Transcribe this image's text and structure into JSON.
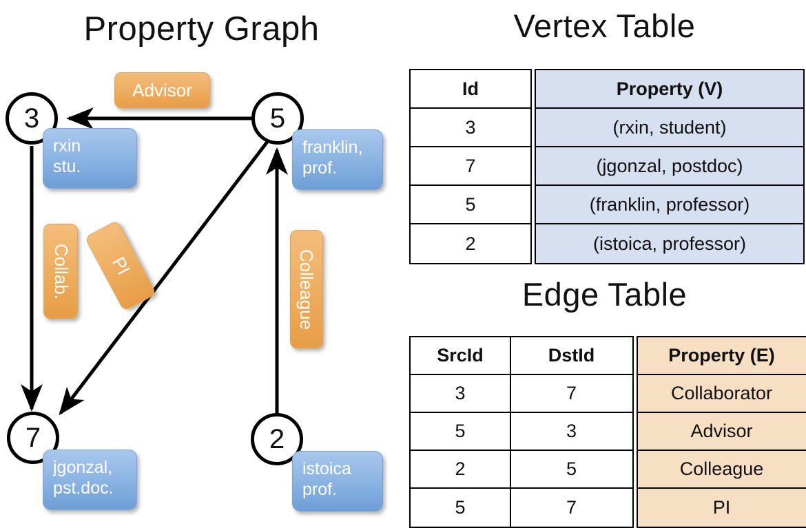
{
  "titles": {
    "property_graph": "Property Graph",
    "vertex_table": "Vertex Table",
    "edge_table": "Edge Table"
  },
  "graph": {
    "nodes": [
      {
        "id": "3",
        "property_lines": [
          "rxin",
          "stu."
        ]
      },
      {
        "id": "5",
        "property_lines": [
          "franklin,",
          "prof."
        ]
      },
      {
        "id": "7",
        "property_lines": [
          "jgonzal,",
          "pst.doc."
        ]
      },
      {
        "id": "2",
        "property_lines": [
          "istoica",
          "prof."
        ]
      }
    ],
    "edge_labels": [
      {
        "name": "advisor",
        "text": "Advisor"
      },
      {
        "name": "collab",
        "text": "Collab."
      },
      {
        "name": "pi",
        "text": "PI"
      },
      {
        "name": "colleague",
        "text": "Colleague"
      }
    ]
  },
  "vertex_table": {
    "headers": [
      "Id",
      "Property (V)"
    ],
    "rows": [
      {
        "id": "3",
        "property": "(rxin, student)"
      },
      {
        "id": "7",
        "property": "(jgonzal, postdoc)"
      },
      {
        "id": "5",
        "property": "(franklin, professor)"
      },
      {
        "id": "2",
        "property": "(istoica, professor)"
      }
    ]
  },
  "edge_table": {
    "headers": [
      "SrcId",
      "DstId",
      "Property (E)"
    ],
    "rows": [
      {
        "src": "3",
        "dst": "7",
        "property": "Collaborator"
      },
      {
        "src": "5",
        "dst": "3",
        "property": "Advisor"
      },
      {
        "src": "2",
        "dst": "5",
        "property": "Colleague"
      },
      {
        "src": "5",
        "dst": "7",
        "property": "PI"
      }
    ]
  },
  "colors": {
    "vertex_property_cell": "#d6e0f0",
    "edge_property_cell": "#f7dfc3",
    "node_bubble_blue": "#8fb6e4",
    "edge_label_orange": "#eeae61"
  }
}
